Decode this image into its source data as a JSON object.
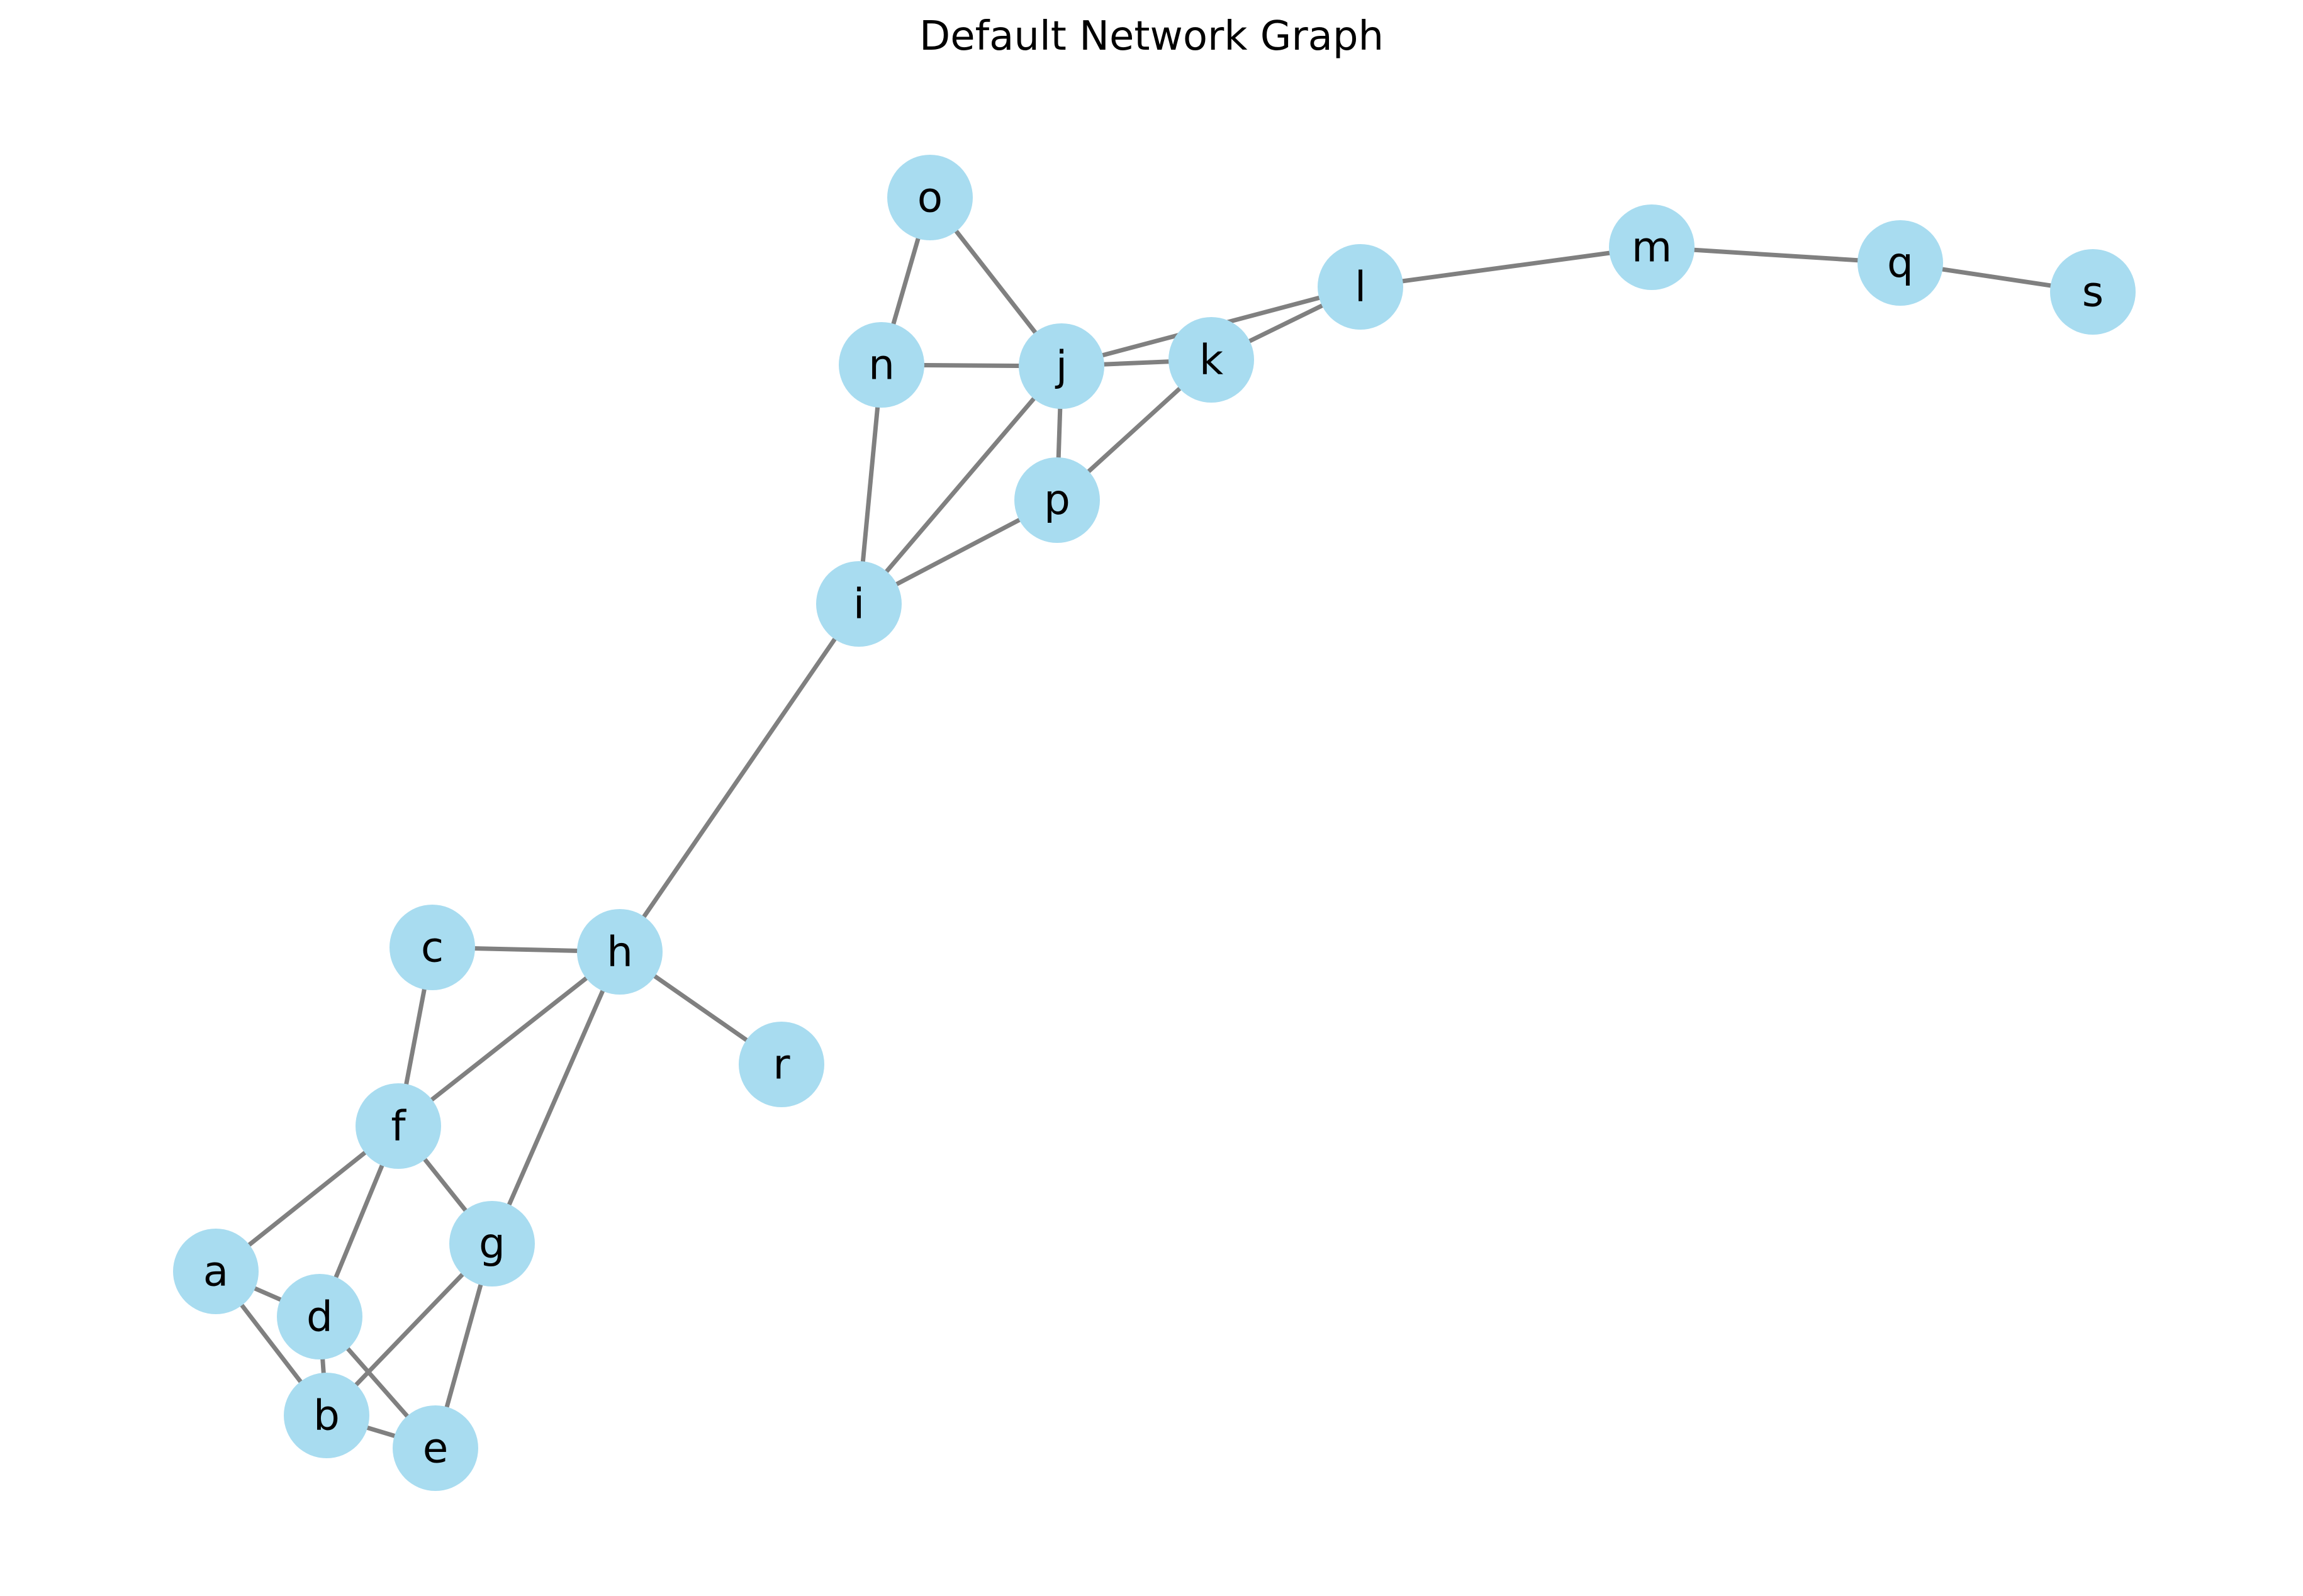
{
  "title": "Default Network Graph",
  "colors": {
    "node_fill": "#a8dcf0",
    "edge": "#808080",
    "label": "#000000",
    "background": "#ffffff"
  },
  "nodes": [
    "a",
    "b",
    "c",
    "d",
    "e",
    "f",
    "g",
    "h",
    "i",
    "j",
    "k",
    "l",
    "m",
    "n",
    "o",
    "p",
    "q",
    "r",
    "s"
  ],
  "edges": [
    [
      "a",
      "f"
    ],
    [
      "a",
      "d"
    ],
    [
      "a",
      "b"
    ],
    [
      "b",
      "d"
    ],
    [
      "b",
      "e"
    ],
    [
      "b",
      "g"
    ],
    [
      "d",
      "f"
    ],
    [
      "d",
      "e"
    ],
    [
      "e",
      "g"
    ],
    [
      "f",
      "g"
    ],
    [
      "f",
      "c"
    ],
    [
      "f",
      "h"
    ],
    [
      "g",
      "h"
    ],
    [
      "c",
      "h"
    ],
    [
      "h",
      "r"
    ],
    [
      "h",
      "i"
    ],
    [
      "i",
      "n"
    ],
    [
      "i",
      "j"
    ],
    [
      "i",
      "p"
    ],
    [
      "n",
      "o"
    ],
    [
      "n",
      "j"
    ],
    [
      "o",
      "j"
    ],
    [
      "j",
      "p"
    ],
    [
      "j",
      "k"
    ],
    [
      "j",
      "l"
    ],
    [
      "k",
      "p"
    ],
    [
      "k",
      "l"
    ],
    [
      "l",
      "m"
    ],
    [
      "m",
      "q"
    ],
    [
      "q",
      "s"
    ]
  ]
}
